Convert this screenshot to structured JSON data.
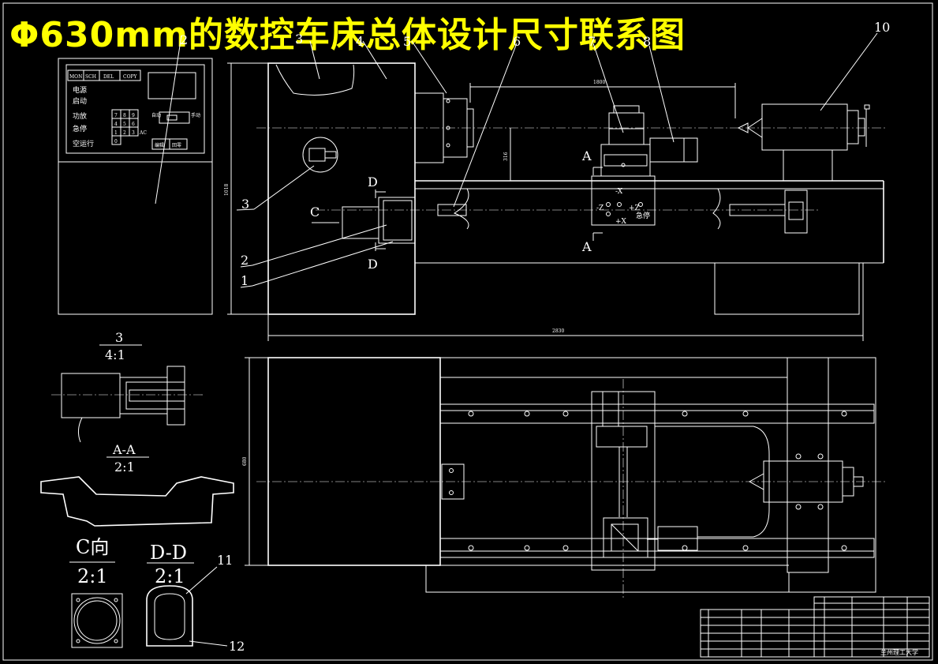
{
  "title": "Φ630mm的数控车床总体设计尺寸联系图",
  "part_numbers": [
    "1",
    "2",
    "3",
    "4",
    "5",
    "6",
    "7",
    "8",
    "10",
    "11",
    "12"
  ],
  "dimensions": {
    "length": "2830",
    "height": "1018",
    "stroke": "1800",
    "center_height": "316",
    "width": "680"
  },
  "section_labels": {
    "A": "A",
    "C": "C",
    "D": "D"
  },
  "views": {
    "detail3": {
      "label": "3",
      "scale": "4:1"
    },
    "aa": {
      "label": "A-A",
      "scale": "2:1"
    },
    "c": {
      "label": "C向",
      "scale": "2:1"
    },
    "dd": {
      "label": "D-D",
      "scale": "2:1"
    }
  },
  "control_panel": {
    "keys": [
      "MON",
      "SCH",
      "DEL",
      "COPY"
    ],
    "rows": [
      "电源",
      "启动",
      "功放",
      "急停",
      "空运行"
    ],
    "num_keys": [
      "7",
      "8",
      "9",
      "4",
      "5",
      "6",
      "1",
      "2",
      "3",
      "0",
      "AC"
    ],
    "switch_left": "自动",
    "switch_right": "手动",
    "bottom_keys": [
      "编辑",
      "回零"
    ]
  },
  "carriage_labels": {
    "minus_x": "-X",
    "plus_x": "+X",
    "minus_z": "-Z",
    "plus_z": "+Z",
    "estop": "急停"
  },
  "title_block": {
    "school": "兰州理工大学"
  }
}
